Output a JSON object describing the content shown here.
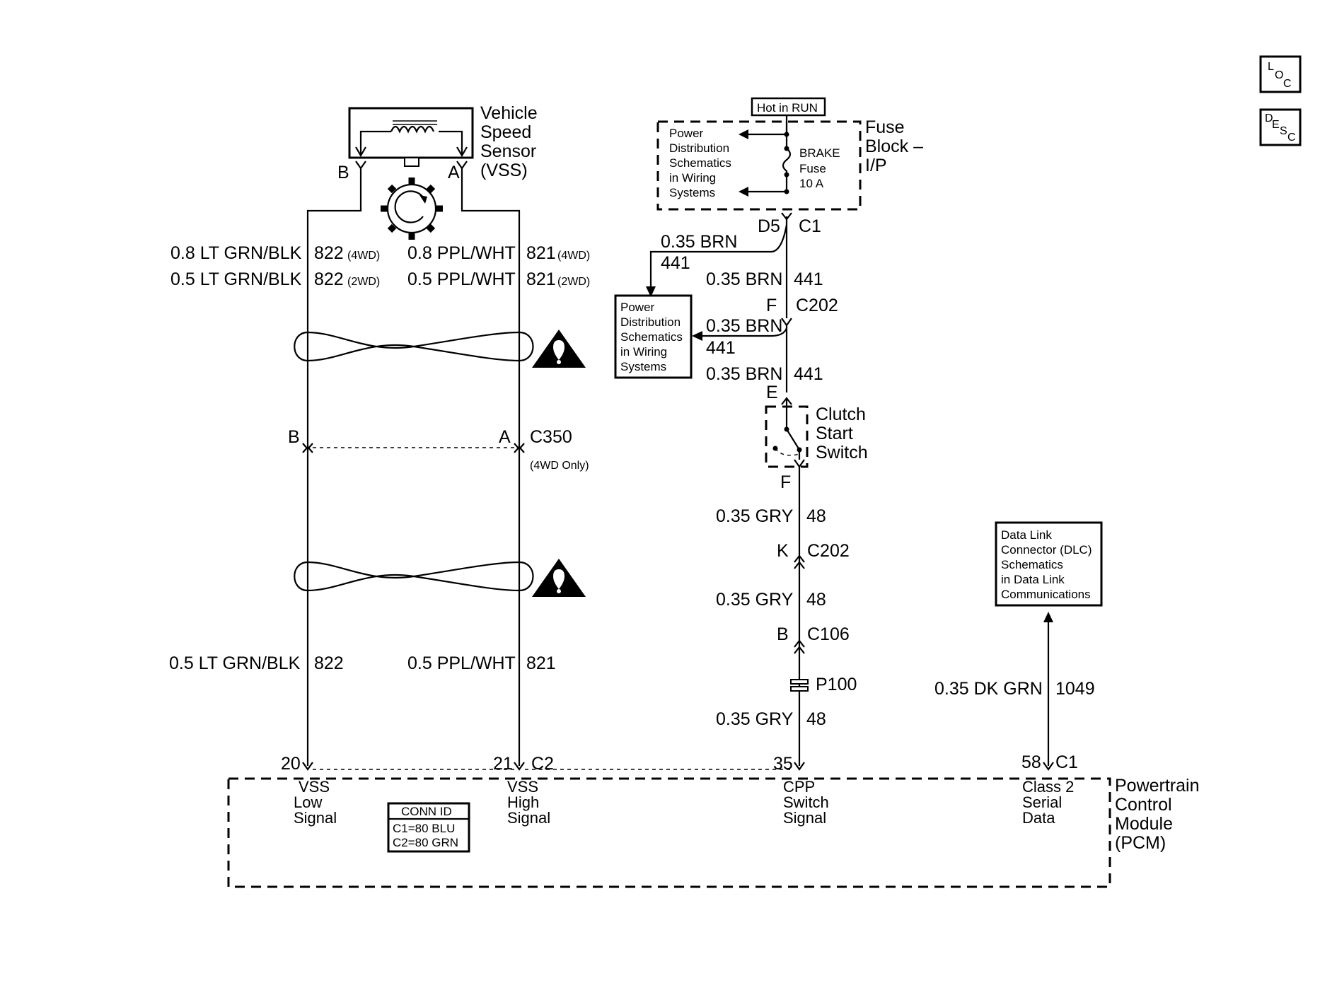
{
  "icons": {
    "loc": [
      "L",
      "O",
      "C"
    ],
    "desc": [
      "D",
      "E",
      "S",
      "C"
    ]
  },
  "vss": {
    "name": [
      "Vehicle",
      "Speed",
      "Sensor",
      "(VSS)"
    ],
    "pin_b": "B",
    "pin_a": "A",
    "wire_b_4wd": "0.8 LT GRN/BLK",
    "wire_b_4wd_circuit": "822",
    "wire_b_4wd_note": "(4WD)",
    "wire_b_2wd": "0.5 LT GRN/BLK",
    "wire_b_2wd_circuit": "822",
    "wire_b_2wd_note": "(2WD)",
    "wire_a_4wd": "0.8 PPL/WHT",
    "wire_a_4wd_circuit": "821",
    "wire_a_4wd_note": "(4WD)",
    "wire_a_2wd": "0.5 PPL/WHT",
    "wire_a_2wd_circuit": "821",
    "wire_a_2wd_note": "(2WD)"
  },
  "c350": {
    "pin_b": "B",
    "pin_a": "A",
    "name": "C350",
    "note": "(4WD Only)"
  },
  "vss_lower": {
    "wire_b": "0.5 LT GRN/BLK",
    "wire_b_circuit": "822",
    "wire_a": "0.5 PPL/WHT",
    "wire_a_circuit": "821"
  },
  "fuse_block": {
    "hot_label": "Hot in RUN",
    "name": [
      "Fuse",
      "Block –",
      "I/P"
    ],
    "ref_lines": [
      "Power",
      "Distribution",
      "Schematics",
      "in Wiring",
      "Systems"
    ],
    "fuse_lines": [
      "BRAKE",
      "Fuse",
      "10 A"
    ],
    "pin_d5": "D5",
    "conn_c1": "C1"
  },
  "brake_circuit": {
    "branch_wire": "0.35 BRN",
    "branch_circuit": "441",
    "wire1": "0.35 BRN",
    "wire1_circuit": "441",
    "c202_pin": "F",
    "c202_name": "C202",
    "branch2_wire": "0.35 BRN",
    "branch2_circuit": "441",
    "wire2": "0.35 BRN",
    "wire2_circuit": "441",
    "pin_e": "E"
  },
  "power_ref": {
    "lines": [
      "Power",
      "Distribution",
      "Schematics",
      "in Wiring",
      "Systems"
    ]
  },
  "clutch": {
    "name": [
      "Clutch",
      "Start",
      "Switch"
    ],
    "pin_f": "F",
    "wire1": "0.35 GRY",
    "wire1_circuit": "48",
    "c202_pin": "K",
    "c202_name": "C202",
    "wire2": "0.35 GRY",
    "wire2_circuit": "48",
    "c106_pin": "B",
    "c106_name": "C106",
    "splice": "P100",
    "wire3": "0.35 GRY",
    "wire3_circuit": "48"
  },
  "dlc": {
    "lines": [
      "Data Link",
      "Connector (DLC)",
      "Schematics",
      "in Data Link",
      "Communications"
    ],
    "wire": "0.35 DK GRN",
    "wire_circuit": "1049"
  },
  "pcm": {
    "name": [
      "Powertrain",
      "Control",
      "Module",
      "(PCM)"
    ],
    "pins": [
      {
        "num": "20",
        "lines": [
          "VSS",
          "Low",
          "Signal"
        ]
      },
      {
        "num": "21",
        "lines": [
          "VSS",
          "High",
          "Signal"
        ]
      },
      {
        "num": "35",
        "lines": [
          "CPP",
          "Switch",
          "Signal"
        ]
      },
      {
        "num": "58",
        "lines": [
          "Class 2",
          "Serial",
          "Data"
        ]
      }
    ],
    "conn_c2": "C2",
    "conn_c1": "C1",
    "conn_id": {
      "title": "CONN ID",
      "c1": "C1=80 BLU",
      "c2": "C2=80 GRN"
    }
  }
}
